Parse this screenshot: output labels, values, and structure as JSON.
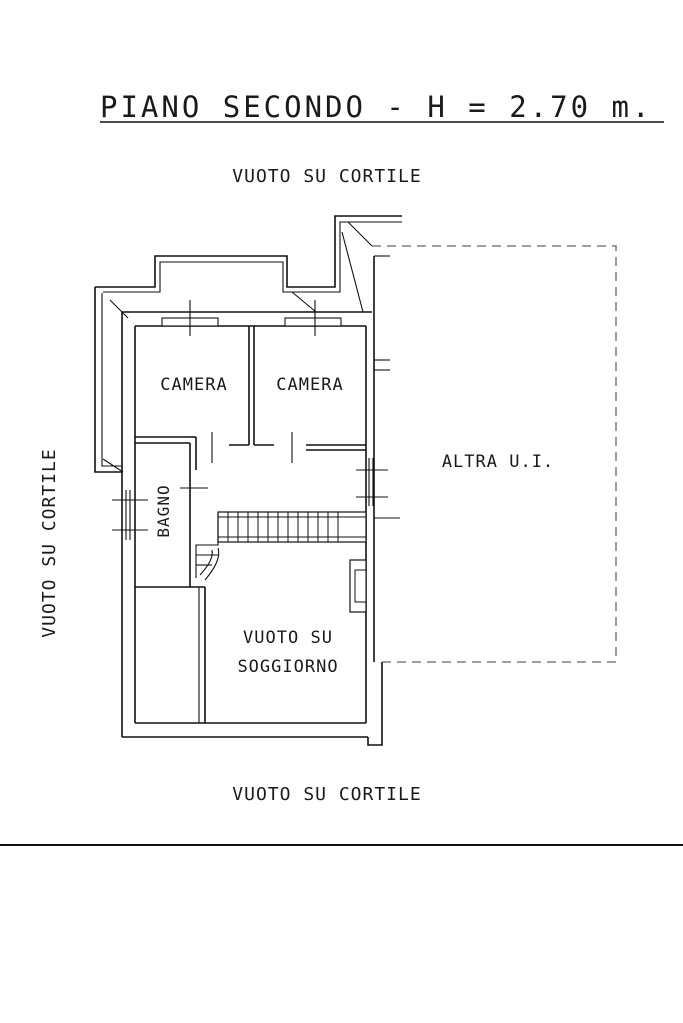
{
  "title": "PIANO SECONDO - H = 2.70 m.",
  "labels": {
    "top": "VUOTO SU CORTILE",
    "bottom": "VUOTO SU CORTILE",
    "left": "VUOTO SU CORTILE",
    "room_camera_1": "CAMERA",
    "room_camera_2": "CAMERA",
    "room_bagno": "BAGNO",
    "altra_ui": "ALTRA U.I.",
    "soggiorno_line1": "VUOTO SU",
    "soggiorno_line2": "SOGGIORNO"
  }
}
